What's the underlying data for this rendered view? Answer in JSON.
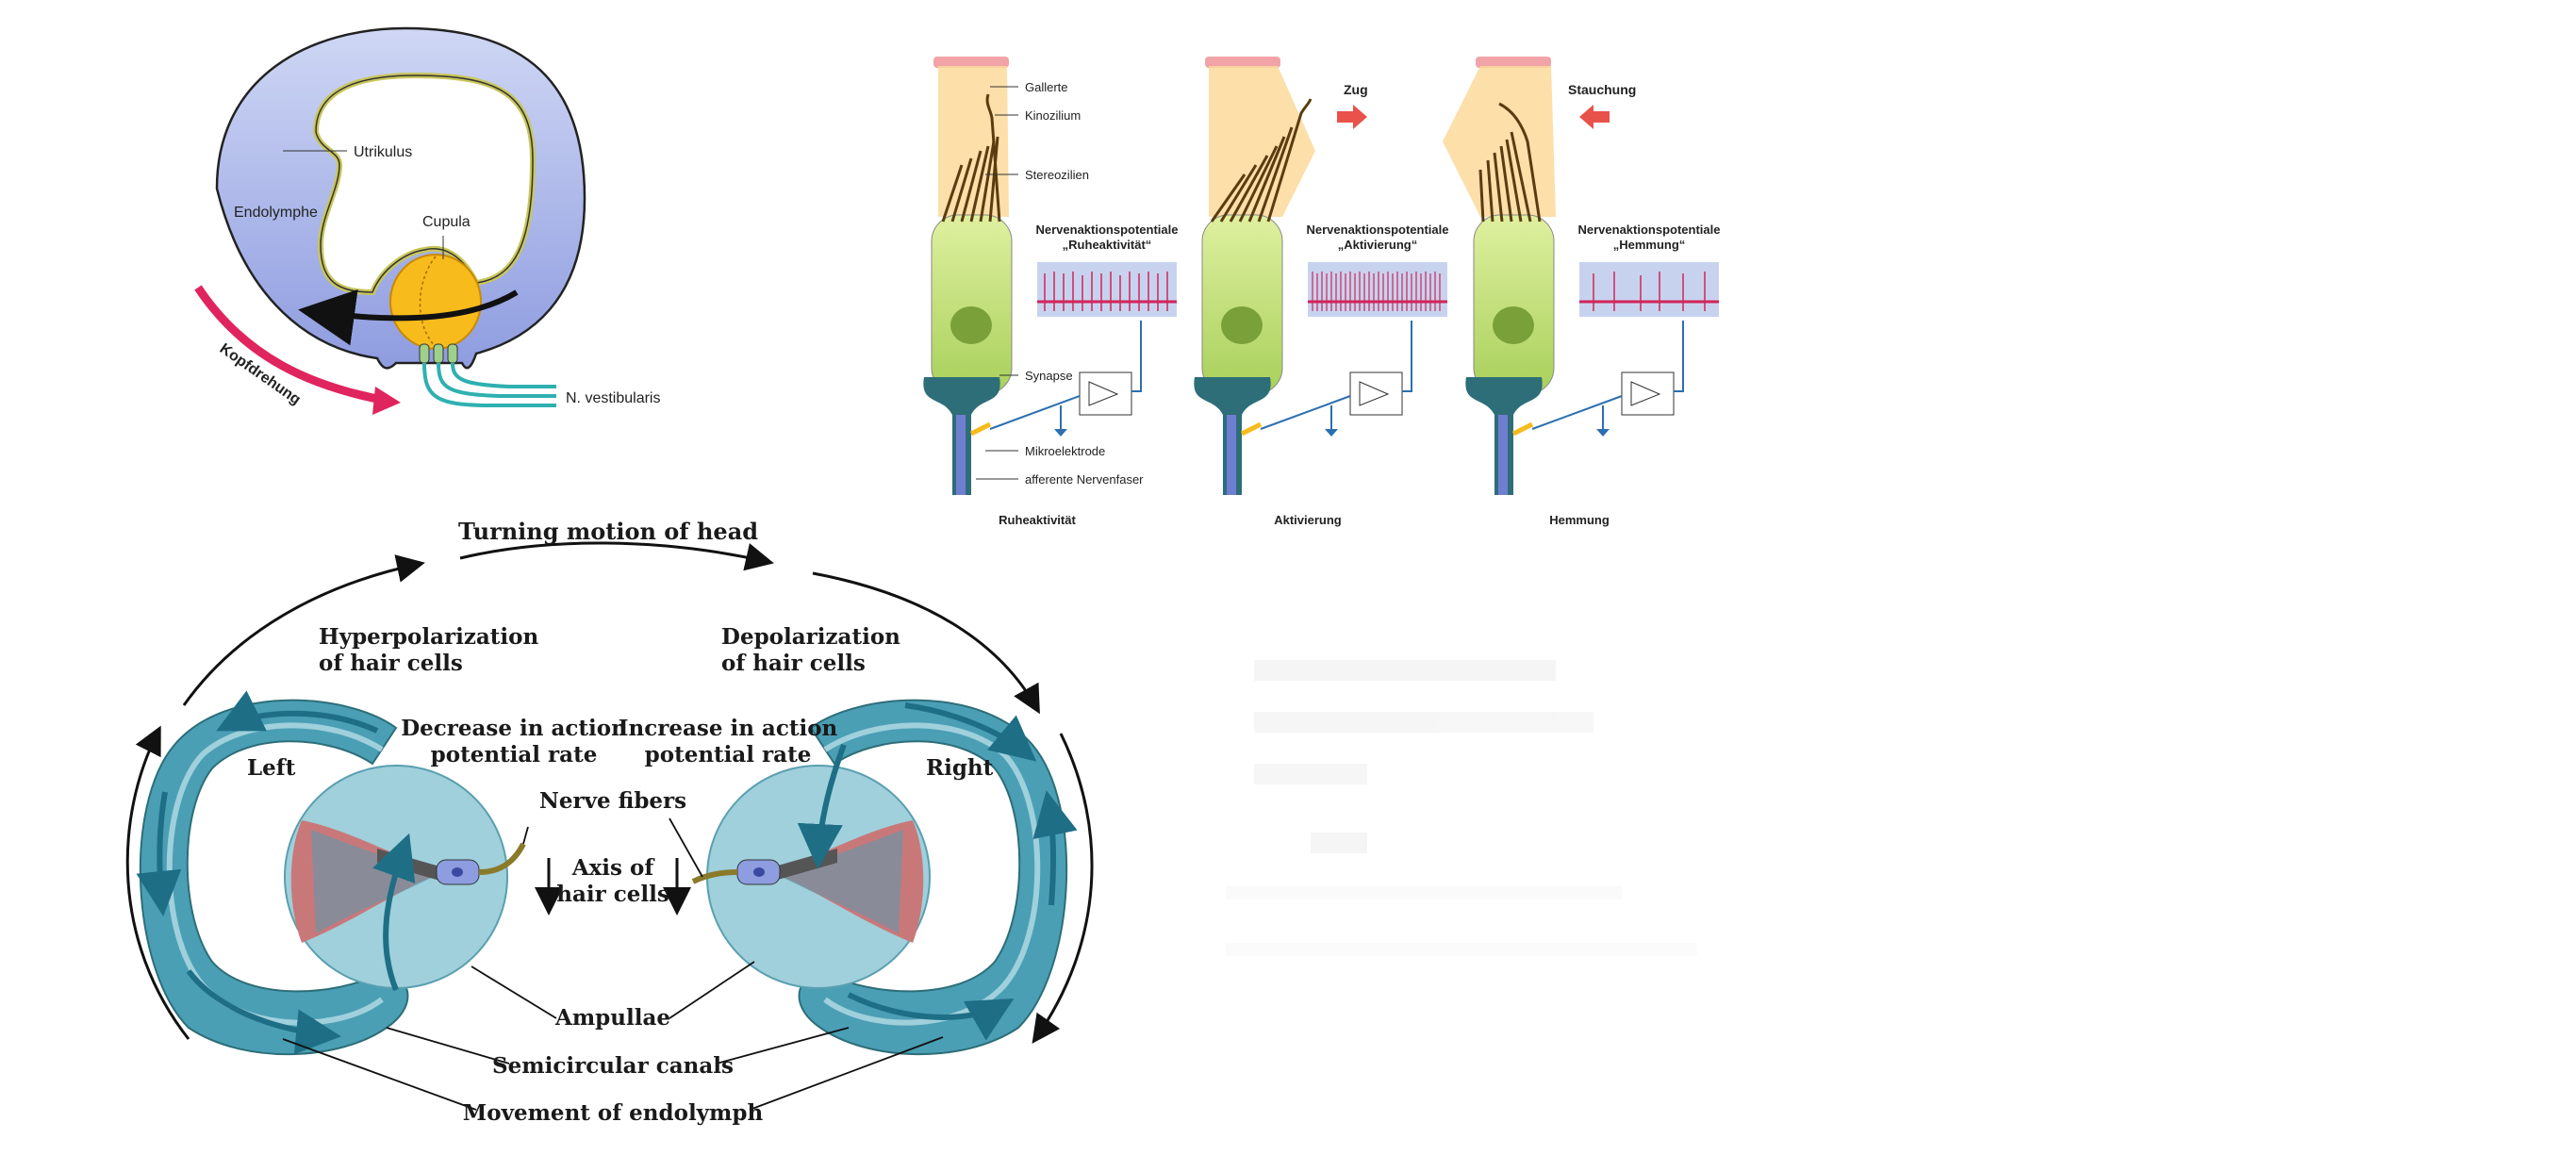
{
  "utricle_panel": {
    "label_utrikulus": "Utrikulus",
    "label_endolymphe": "Endolymphe",
    "label_cupula": "Cupula",
    "label_kopfdrehung": "Kopfdrehung",
    "label_nerve": "N. vestibularis",
    "colors": {
      "endolymph": "#a8b3e6",
      "cupula": "#f7bb1c",
      "arrow_red": "#e0245e",
      "nerve": "#2fb0b0"
    }
  },
  "hair_cell_panel": {
    "labels": {
      "gallerte": "Gallerte",
      "kinozilium": "Kinozilium",
      "stereozilien": "Stereozilien",
      "synapse": "Synapse",
      "mikroelektrode": "Mikroelektrode",
      "afferente": "afferente Nervenfaser"
    },
    "force_zug": "Zug",
    "force_stauchung": "Stauchung",
    "cells": [
      {
        "recording_title_1": "Nervenaktionspotentiale",
        "recording_title_2": "„Ruheaktivität“",
        "caption": "Ruheaktivität"
      },
      {
        "recording_title_1": "Nervenaktionspotentiale",
        "recording_title_2": "„Aktivierung“",
        "caption": "Aktivierung"
      },
      {
        "recording_title_1": "Nervenaktionspotentiale",
        "recording_title_2": "„Hemmung“",
        "caption": "Hemmung"
      }
    ],
    "colors": {
      "gel": "#fbd99a",
      "cell": "#bfe07a",
      "trace": "#d0245a",
      "trace_bg": "#c7d3ee",
      "arrow_red": "#e8524a"
    }
  },
  "canal_panel": {
    "title": "Turning motion of head",
    "left_state_1": "Hyperpolarization",
    "left_state_2": "of hair cells",
    "right_state_1": "Depolarization",
    "right_state_2": "of hair cells",
    "left_rate_1": "Decrease in action",
    "left_rate_2": "potential rate",
    "right_rate_1": "Increase in action",
    "right_rate_2": "potential rate",
    "left_label": "Left",
    "right_label": "Right",
    "nerve_fibers": "Nerve fibers",
    "axis_1": "Axis of",
    "axis_2": "hair cells",
    "ampullae": "Ampullae",
    "semicircular": "Semicircular canals",
    "endolymph_move": "Movement of endolymph",
    "colors": {
      "canal": "#4a9fb5",
      "canal_light": "#9fd0dc",
      "crista": "#c9787a",
      "arrow": "#1e6e86"
    }
  }
}
